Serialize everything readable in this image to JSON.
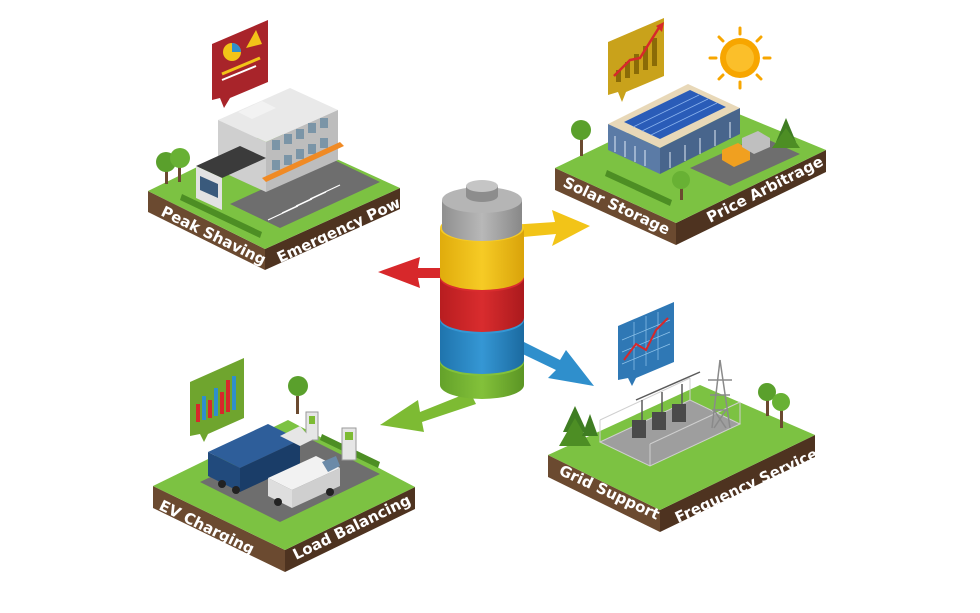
{
  "colors": {
    "grass": "#7cc242",
    "grass_dark": "#5aa02c",
    "soil_left": "#6b4a30",
    "soil_right": "#4e3320",
    "battery_yellow": "#f2c418",
    "battery_red": "#d7282b",
    "battery_blue": "#2f8fcc",
    "battery_green": "#7dbb33",
    "battery_cap": "#a9a9a9",
    "sun": "#f7a600"
  },
  "icons": {
    "battery": "battery-icon",
    "sun": "sun-icon",
    "pie_chart": "pie-chart-icon",
    "growth_chart": "growth-chart-icon",
    "bar_chart": "bar-chart-icon",
    "line_chart": "line-chart-icon"
  },
  "tiles": {
    "top_left": {
      "left_label": "Peak Shaving",
      "right_label": "Emergency Power"
    },
    "top_right": {
      "left_label": "Solar Storage",
      "right_label": "Price Arbitrage"
    },
    "bottom_left": {
      "left_label": "EV Charging",
      "right_label": "Load Balancing"
    },
    "bottom_right": {
      "left_label": "Grid Support",
      "right_label": "Frequency Services"
    }
  }
}
